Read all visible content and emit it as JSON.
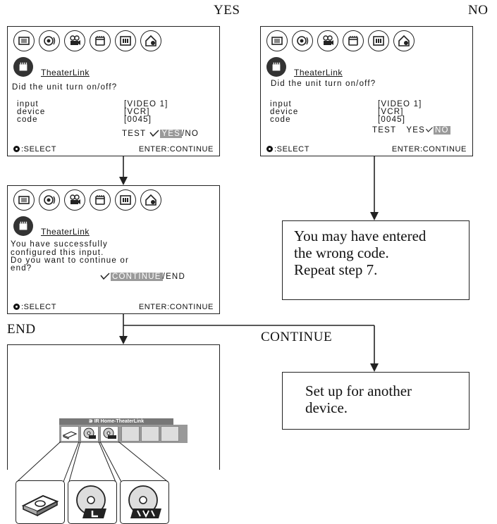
{
  "labels": {
    "yes": "YES",
    "no": "NO",
    "end": "END",
    "continue": "CONTINUE"
  },
  "screen_common": {
    "title": "TheaterLink",
    "select": ":SELECT",
    "enter": "ENTER:CONTINUE"
  },
  "screen_yes": {
    "question": "Did the unit turn on/off?",
    "rows": [
      {
        "key": "input",
        "value": "[VIDEO 1]"
      },
      {
        "key": "device",
        "value": "[VCR]"
      },
      {
        "key": "code",
        "value": "[0045]"
      }
    ],
    "test": "TEST",
    "opt_yes": "YES",
    "slash": "/",
    "opt_no": "NO",
    "highlight": "YES"
  },
  "screen_no": {
    "question": "Did the unit turn on/off?",
    "rows": [
      {
        "key": "input",
        "value": "[VIDEO 1]"
      },
      {
        "key": "device",
        "value": "[VCR]"
      },
      {
        "key": "code",
        "value": "[0045]"
      }
    ],
    "test": "TEST",
    "opt_yes": "YES",
    "slash": "/",
    "opt_no": "NO",
    "highlight": "NO"
  },
  "screen_success": {
    "line1": "You have successfully",
    "line2": "configured this input.",
    "line3": "Do you want to continue or",
    "line4": "end?",
    "opt_continue": "CONTINUE",
    "slash": "/",
    "opt_end": "END"
  },
  "menu_bar": {
    "title": "IR Home-TheaterLink"
  },
  "messages": {
    "wrong_code": [
      "You may have entered",
      "the wrong code.",
      "Repeat step 7."
    ],
    "another": [
      "Set up for another",
      "device."
    ]
  },
  "colors": {
    "line": "#222222",
    "highlight": "#9a9a9a",
    "bar": "#777777"
  }
}
